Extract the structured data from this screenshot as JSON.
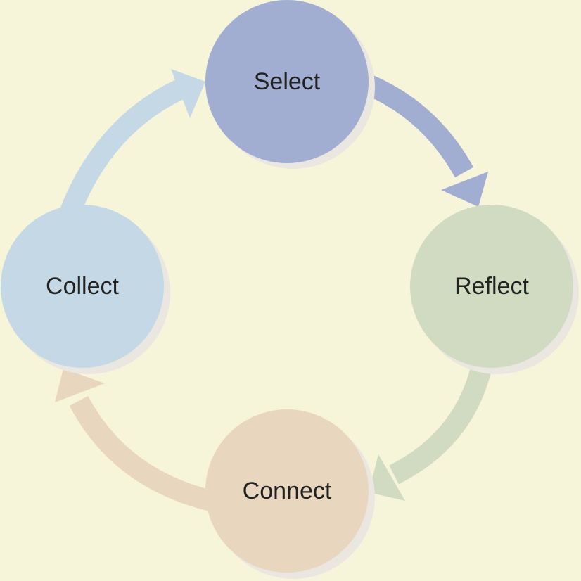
{
  "colors": {
    "background": "#f7f5d9",
    "shadow": "#e9e7e0",
    "select": "#a1aed2",
    "reflect": "#d1dbc2",
    "connect": "#e8d6bf",
    "collect": "#c4d9e5"
  },
  "nodes": {
    "select": {
      "label": "Select"
    },
    "reflect": {
      "label": "Reflect"
    },
    "connect": {
      "label": "Connect"
    },
    "collect": {
      "label": "Collect"
    }
  }
}
